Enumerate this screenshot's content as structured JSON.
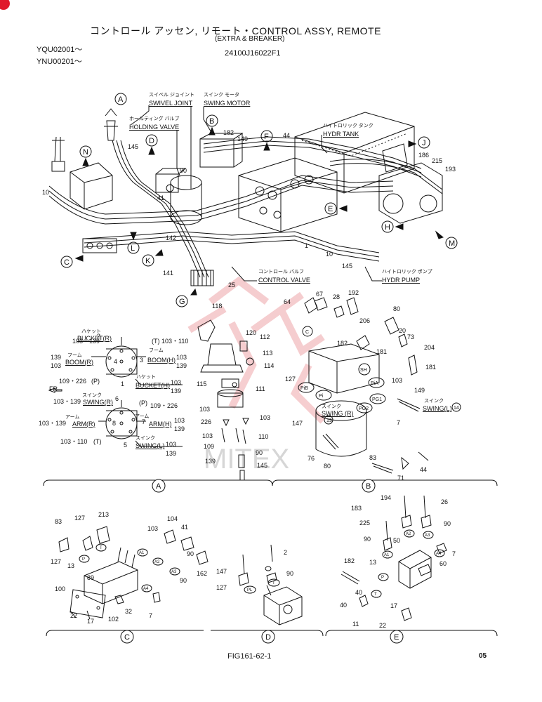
{
  "header": {
    "title": "コントロール アッセン, リモート・CONTROL  ASSY, REMOTE",
    "subtitle": "(EXTRA  &  BREAKER)",
    "models": [
      "YQU02001～",
      "YNU00201～"
    ],
    "part_number": "24100J16022F1"
  },
  "footer": {
    "figure": "FIG161-62-1",
    "page": "05"
  },
  "labels": {
    "swivel_joint_jp": "スイベル ジョイント",
    "swivel_joint": "SWIVEL JOINT",
    "swing_motor_jp": "スインク モータ",
    "swing_motor": "SWING MOTOR",
    "holding_valve_jp": "ホールティング バルブ",
    "holding_valve": "HOLDING VALVE",
    "hydr_tank_jp": "ハイトロリック タンク",
    "hydr_tank": "HYDR TANK",
    "control_valve_jp": "コントロール バルフ",
    "control_valve": "CONTROL VALVE",
    "hydr_pump_jp": "ハイトロリック ポンプ",
    "hydr_pump": "HYDR PUMP",
    "fr": "FR"
  },
  "callouts": [
    "A",
    "B",
    "C",
    "D",
    "E",
    "F",
    "G",
    "J",
    "K",
    "L",
    "M",
    "N"
  ],
  "sections": [
    "A",
    "B",
    "C",
    "D",
    "E"
  ],
  "valve_a": {
    "bucket_r_jp": "ハケット",
    "bucket_r": "BUCKET(R)",
    "boom_r_jp": "フーム",
    "boom_r": "BOOM(R)",
    "boom_h_jp": "フーム",
    "boom_h": "BOOM(H)",
    "bucket_h_jp": "ハケット",
    "bucket_h": "BUCKET(H)",
    "swing_r_jp": "スインク",
    "swing_r": "SWING(R)",
    "arm_r_jp": "アーム",
    "arm_r": "ARM(R)",
    "arm_h_jp": "アーム",
    "arm_h": "ARM(H)",
    "swing_l_jp": "スインク",
    "swing_l": "SWING(L)"
  },
  "valve_b": {
    "swing_r_jp": "スインク",
    "swing_r": "SWING (R)",
    "swing_l_jp": "スインク",
    "swing_l": "SWING(L)"
  },
  "watermark": "MITEX"
}
